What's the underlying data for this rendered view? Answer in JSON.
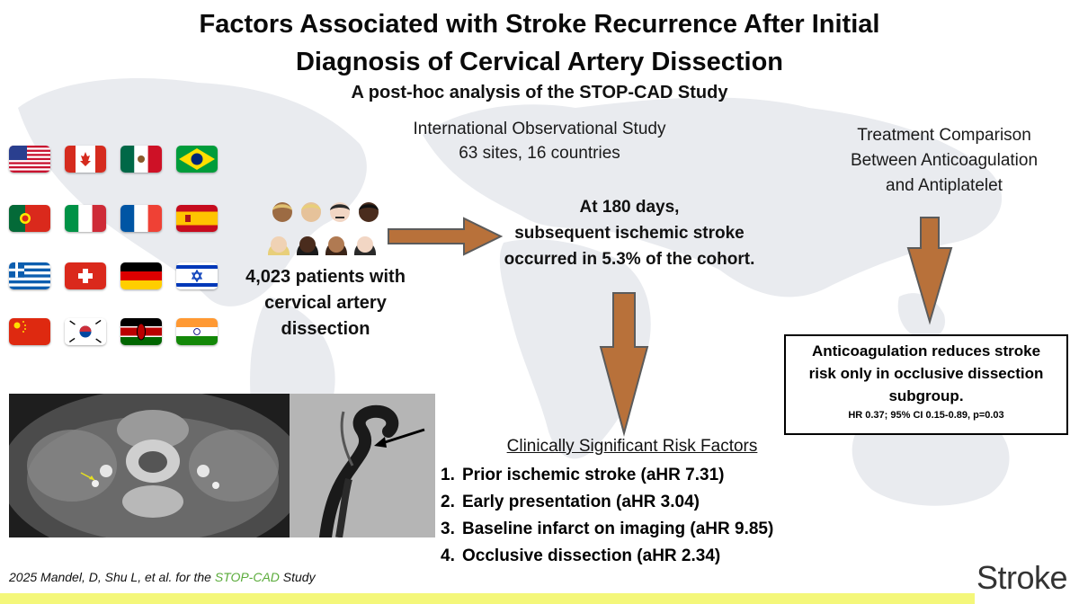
{
  "title": {
    "line1": "Factors Associated with Stroke Recurrence After Initial",
    "line2": "Diagnosis of Cervical Artery Dissection"
  },
  "subtitle": "A post-hoc analysis of the STOP-CAD Study",
  "study": {
    "line1": "International Observational Study",
    "line2": "63 sites, 16 countries"
  },
  "treatment": {
    "line1": "Treatment Comparison",
    "line2": "Between Anticoagulation",
    "line3": "and Antiplatelet"
  },
  "flags": [
    {
      "name": "usa-flag"
    },
    {
      "name": "canada-flag"
    },
    {
      "name": "mexico-flag"
    },
    {
      "name": "brazil-flag"
    },
    {
      "name": "portugal-flag"
    },
    {
      "name": "italy-flag"
    },
    {
      "name": "france-flag"
    },
    {
      "name": "spain-flag"
    },
    {
      "name": "greece-flag"
    },
    {
      "name": "switzerland-flag"
    },
    {
      "name": "germany-flag"
    },
    {
      "name": "israel-flag"
    },
    {
      "name": "china-flag"
    },
    {
      "name": "south-korea-flag"
    },
    {
      "name": "kenya-flag"
    },
    {
      "name": "india-flag"
    }
  ],
  "patients": {
    "line1": "4,023 patients with",
    "line2": "cervical artery",
    "line3": "dissection"
  },
  "outcome": {
    "line1": "At 180 days,",
    "line2": "subsequent ischemic stroke",
    "line3": "occurred in 5.3% of the cohort."
  },
  "anticoagulation": {
    "line1": "Anticoagulation reduces stroke",
    "line2": "risk only in occlusive dissection",
    "line3": "subgroup.",
    "stats": "HR 0.37; 95% CI 0.15-0.89, p=0.03"
  },
  "risk_factors": {
    "heading": "Clinically Significant Risk Factors",
    "items": [
      {
        "num": "1.",
        "label": "Prior ischemic stroke (aHR 7.31)"
      },
      {
        "num": "2.",
        "label": "Early presentation (aHR 3.04)"
      },
      {
        "num": "3.",
        "label": "Baseline infarct on imaging (aHR 9.85)"
      },
      {
        "num": "4.",
        "label": "Occlusive dissection (aHR 2.34)"
      }
    ]
  },
  "citation": {
    "before": "2025 Mandel, D, Shu L, et al. for the ",
    "highlight": "STOP-CAD",
    "after": " Study"
  },
  "brand": "Stroke",
  "colors": {
    "arrow": "#b8713a",
    "arrow_stroke": "#5b5b5b",
    "highlight_green": "#5aab3a",
    "bottom_bar": "#f4f77a",
    "map": "#e9ebef"
  },
  "icons": {
    "people": "people-group-icon",
    "mri": "mri-scan-image",
    "angiogram": "angiogram-image"
  }
}
